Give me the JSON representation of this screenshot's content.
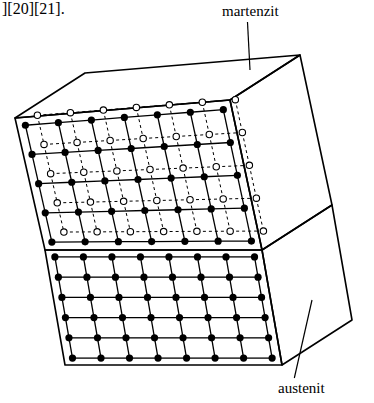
{
  "diagram": {
    "labels": [
      "][20][21].",
      "martenzit",
      "austenit"
    ]
  }
}
